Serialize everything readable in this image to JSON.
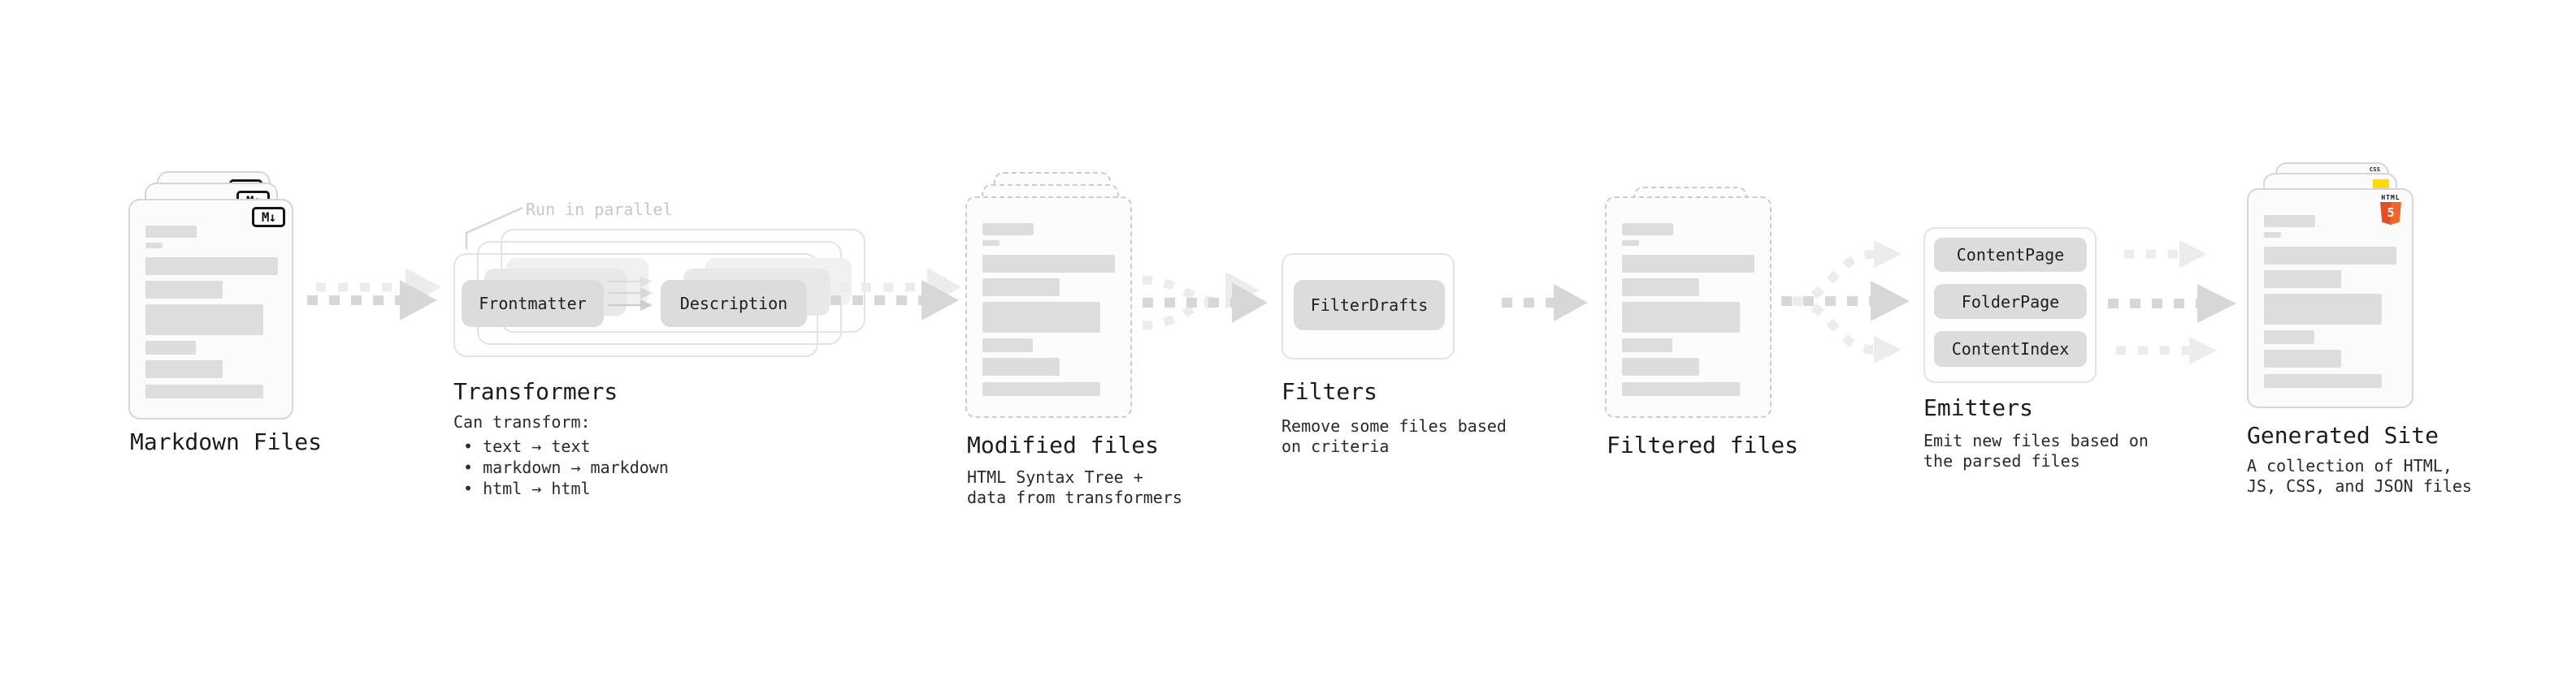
{
  "colors": {
    "flow_arrow": "#d7d7d7",
    "flow_arrow_ghost": "#ececec",
    "node_fill": "#dcdcdc",
    "skeleton": "#dddddd",
    "card_border": "#d6d6d6",
    "dashed_border": "#cccccc",
    "annotation": "#c7c7c7",
    "text": "#1c1c1c",
    "html5_orange": "#e44d26",
    "html5_orange_light": "#f16529",
    "js_yellow": "#ffdc00",
    "css_blue": "#2c6fea",
    "badge_black": "#151515"
  },
  "stages": {
    "markdown_files": {
      "label": "Markdown Files",
      "badge": "M↓"
    },
    "transformers": {
      "label": "Transformers",
      "annotation": "Run in parallel",
      "nodes": [
        "Frontmatter",
        "Description"
      ],
      "note_title": "Can transform:",
      "bullets": [
        "• text → text",
        "• markdown → markdown",
        "• html → html"
      ]
    },
    "modified_files": {
      "label": "Modified files",
      "note_lines": [
        "HTML Syntax Tree +",
        "data from transformers"
      ]
    },
    "filters": {
      "label": "Filters",
      "nodes": [
        "FilterDrafts"
      ],
      "note_lines": [
        "Remove some files based",
        "on criteria"
      ]
    },
    "filtered_files": {
      "label": "Filtered files"
    },
    "emitters": {
      "label": "Emitters",
      "nodes": [
        "ContentPage",
        "FolderPage",
        "ContentIndex"
      ],
      "note_lines": [
        "Emit new files based on",
        "the parsed files"
      ]
    },
    "generated_site": {
      "label": "Generated Site",
      "note_lines": [
        "A collection of HTML,",
        "JS, CSS, and JSON files"
      ],
      "badges": {
        "html_label": "HTML",
        "html_number": "5",
        "css_label": "CSS"
      }
    }
  }
}
